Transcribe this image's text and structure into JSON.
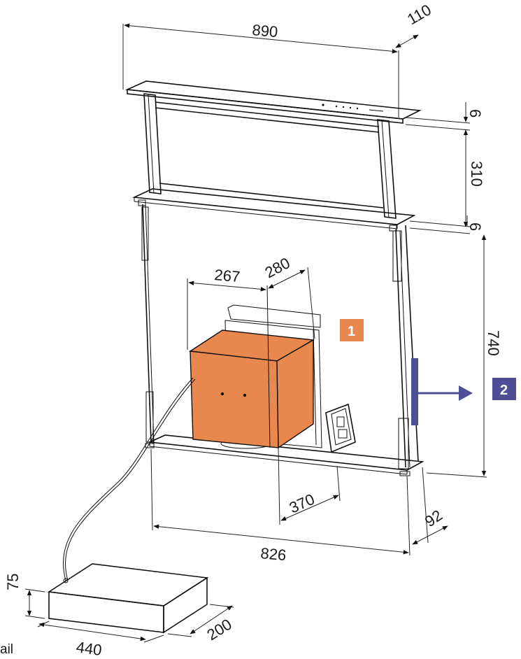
{
  "dimensions": {
    "hood_width": "890",
    "hood_depth": "110",
    "top_gap": "6",
    "glass_height": "310",
    "lower_gap": "6",
    "frame_height": "740",
    "motor_width": "267",
    "motor_depth": "280",
    "motor_offset": "370",
    "frame_width": "826",
    "frame_depth": "92",
    "box_height": "75",
    "box_width": "440",
    "box_depth": "200"
  },
  "badges": {
    "badge_1": "1",
    "badge_2": "2"
  },
  "corner_text": "ail",
  "colors": {
    "motor": "#E8874E",
    "badge_1": "#E8874E",
    "badge_2": "#4E4E96",
    "arrow": "#4E4E96"
  }
}
